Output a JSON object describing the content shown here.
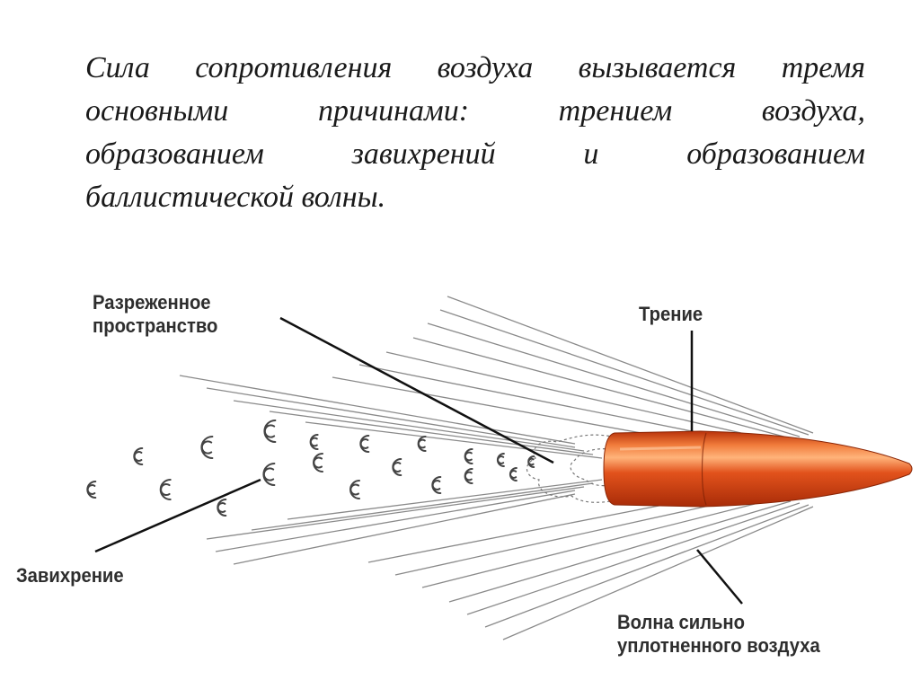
{
  "paragraph": {
    "lines": [
      "Сила сопротивления воздуха вызывается тремя",
      "основными причинами: трением воздуха,",
      "образованием завихрений и образованием",
      "баллистической волны."
    ]
  },
  "labels": {
    "rarefied_space": [
      "Разреженное",
      "пространство"
    ],
    "friction": "Трение",
    "vortex": "Завихрение",
    "shock_wave": [
      "Волна сильно",
      "уплотненного воздуха"
    ]
  },
  "colors": {
    "bullet_body": "#e2521c",
    "bullet_dark": "#a82c08",
    "bullet_highlight": "#ffb37a",
    "lines": "#8a8a8a",
    "text": "#2e2e2e"
  }
}
